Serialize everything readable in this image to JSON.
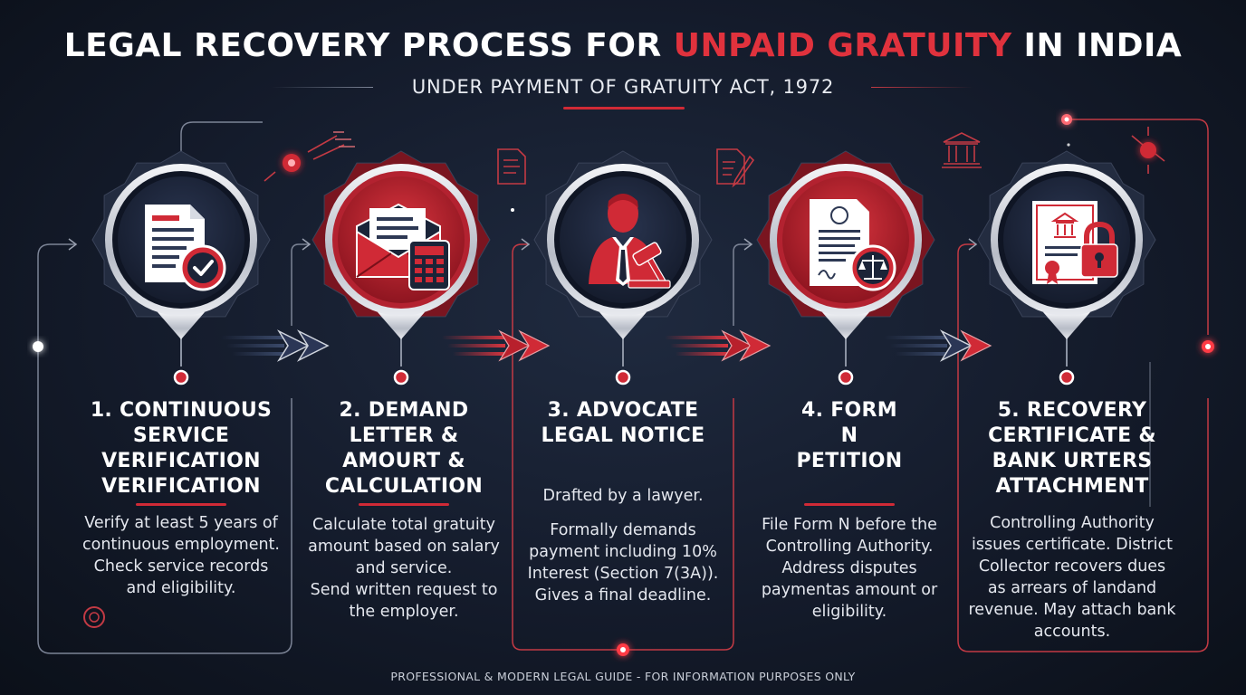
{
  "header": {
    "title_part1": "LEGAL RECOVERY PROCESS FOR ",
    "title_highlight": "UNPAID GRATUITY",
    "title_part2": " IN INDIA",
    "subtitle": "UNDER PAYMENT OF GRATUITY ACT, 1972"
  },
  "colors": {
    "accent_red": "#d02a36",
    "background": "#141b2b",
    "icon_navy": "#1b2438"
  },
  "steps": [
    {
      "icon": "document-check-icon",
      "title": [
        "1. CONTINUOUS",
        "SERVICE",
        "VERIFICATION",
        "VERIFICATION"
      ],
      "desc": [
        "Verify at least 5 years of",
        "continuous employment.",
        "Check service records",
        "and eligibility."
      ]
    },
    {
      "icon": "envelope-calculator-icon",
      "title": [
        "2. DEMAND",
        "LETTER &",
        "AMOURT &",
        "CALCULATION"
      ],
      "desc": [
        "Calculate total gratuity",
        "amount based on salary",
        "and service.",
        "Send written request to",
        "the employer."
      ]
    },
    {
      "icon": "lawyer-gavel-icon",
      "title": [
        "3. ADVOCATE",
        "LEGAL NOTICE"
      ],
      "desc_intro": "Drafted by a lawyer.",
      "desc": [
        "Formally demands",
        "payment including 10%",
        "Interest (Section 7(3A)).",
        "Gives a final deadline."
      ]
    },
    {
      "icon": "petition-scales-icon",
      "title": [
        "4. FORM",
        "N",
        "PETITION"
      ],
      "desc": [
        "File Form N before the",
        "Controlling Authority.",
        "Address disputes",
        "paymentas amount or",
        "eligibility."
      ]
    },
    {
      "icon": "certificate-lock-icon",
      "title": [
        "5. RECOVERY",
        "CERTIFICATE &",
        "BANK URTERS",
        "ATTACHMENT"
      ],
      "desc": [
        "Controlling Authority",
        "issues certificate. District",
        "Collector recovers dues",
        "as arrears of landand",
        "revenue. May attach bank",
        "accounts."
      ]
    }
  ],
  "footer": "PROFESSIONAL & MODERN LEGAL GUIDE - FOR INFORMATION PURPOSES ONLY"
}
